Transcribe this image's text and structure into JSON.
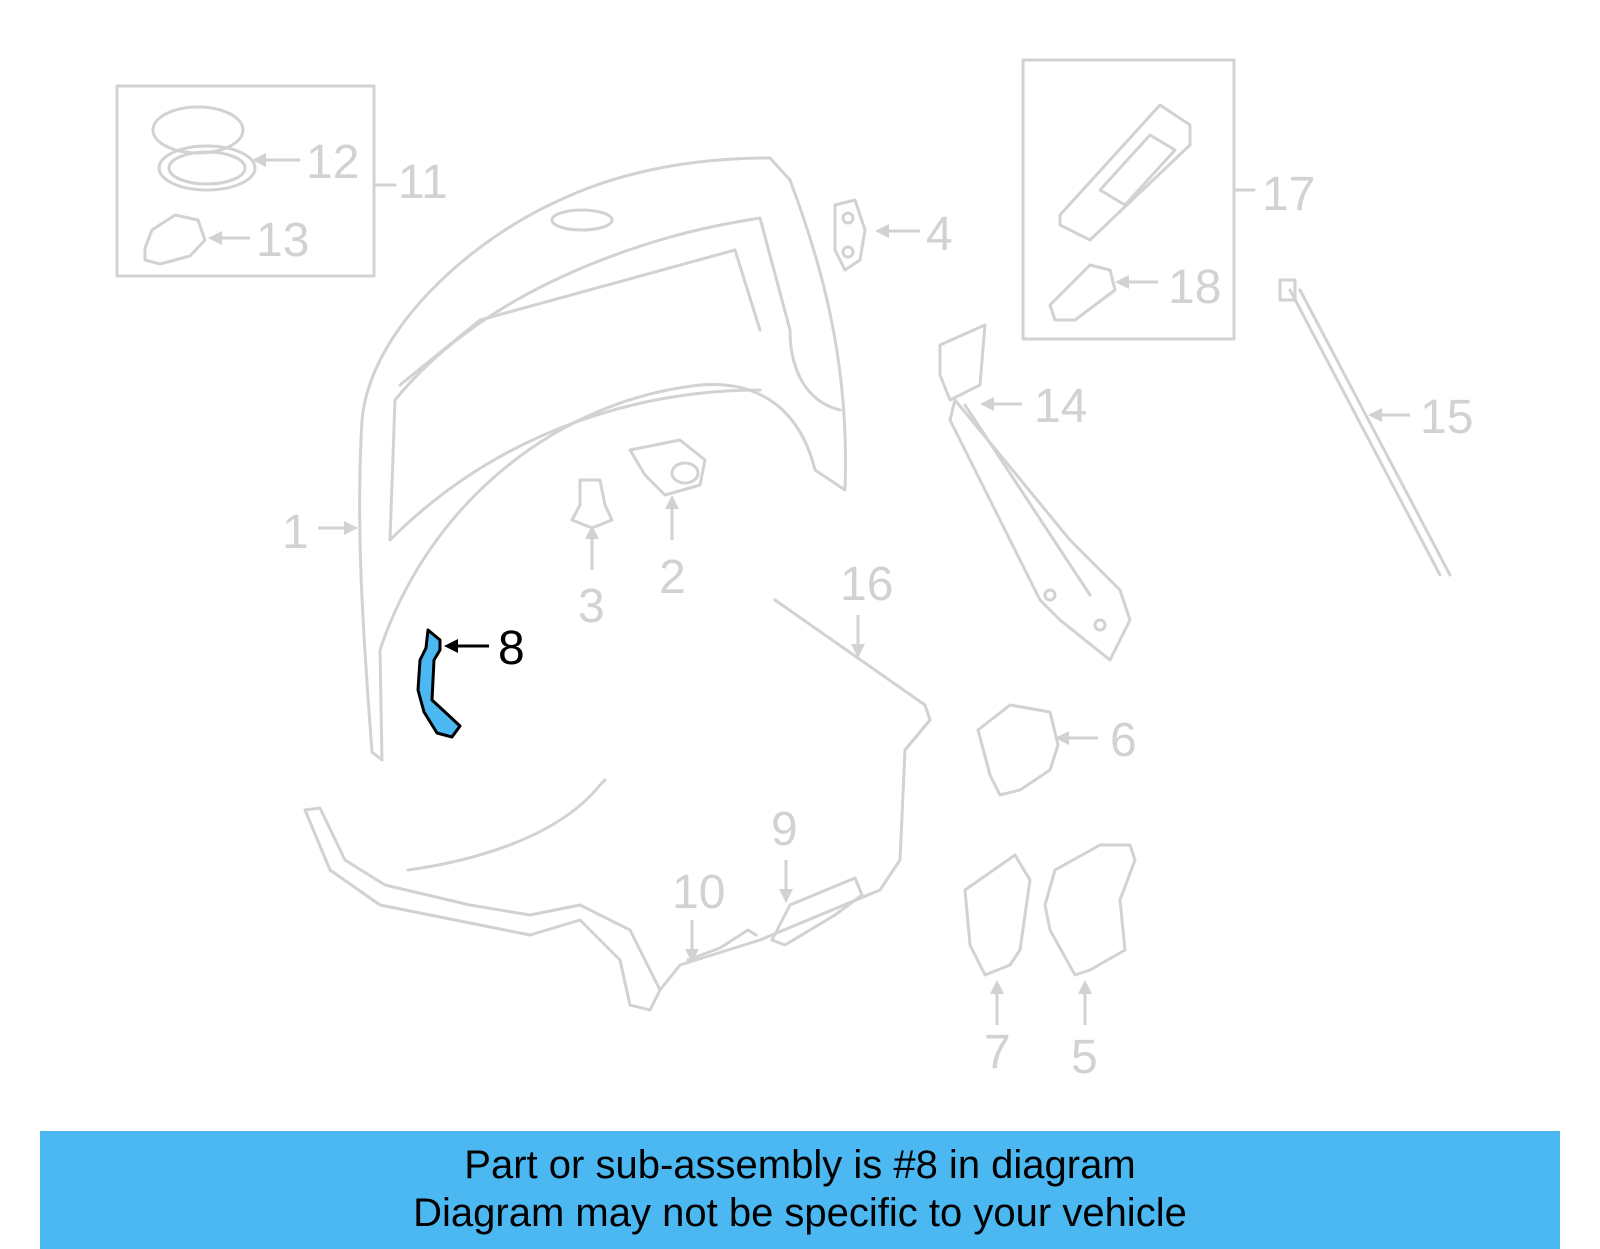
{
  "callouts": {
    "c1": "1",
    "c2": "2",
    "c3": "3",
    "c4": "4",
    "c5": "5",
    "c6": "6",
    "c7": "7",
    "c8": "8",
    "c9": "9",
    "c10": "10",
    "c11": "11",
    "c12": "12",
    "c13": "13",
    "c14": "14",
    "c15": "15",
    "c16": "16",
    "c17": "17",
    "c18": "18"
  },
  "highlighted_part": "8",
  "colors": {
    "line_gray": "#d2d2d2",
    "highlight_fill": "#4bb8f2",
    "banner_bg": "#4bb8f2",
    "text_black": "#000000"
  },
  "banner": {
    "line1": "Part or sub-assembly is #8 in diagram",
    "line2": "Diagram may not be specific to your vehicle"
  }
}
